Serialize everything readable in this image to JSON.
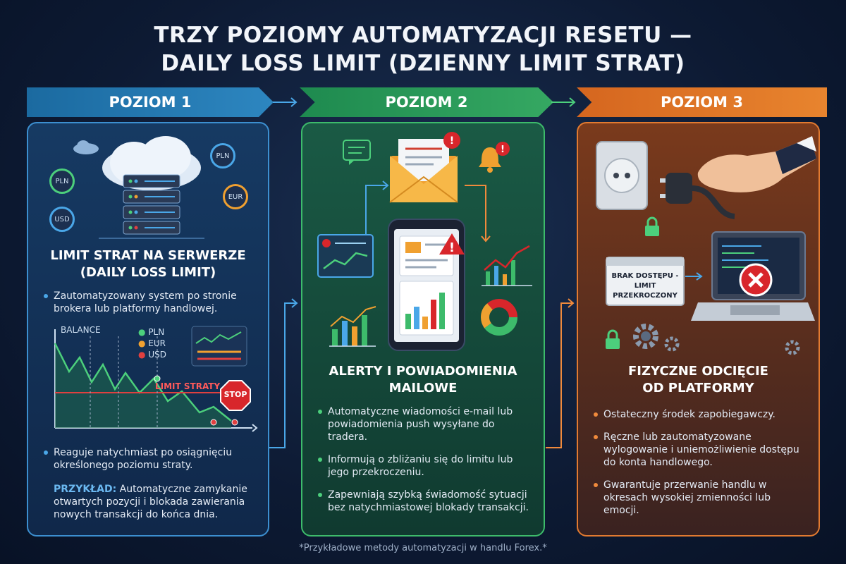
{
  "title_line1": "TRZY POZIOMY AUTOMATYZACJI RESETU —",
  "title_line2": "DAILY LOSS LIMIT (DZIENNY LIMIT STRAT)",
  "levels": [
    {
      "banner": "POZIOM 1",
      "title_line1": "LIMIT STRAT NA SERWERZE",
      "title_line2": "(DAILY LOSS LIMIT)",
      "bullets": [
        "Zautomatyzowany system po stronie brokera lub platformy handlowej.",
        "Reaguje natychmiast po osiągnięciu określonego poziomu straty."
      ],
      "example_label": "PRZYKŁAD:",
      "example_text": " Automatyczne zamykanie otwartych pozycji i blokada zawierania nowych transakcji do końca dnia.",
      "currency_badges": [
        "PLN",
        "EUR",
        "USD",
        "PLN"
      ],
      "chart_balance_label": "BALANCE",
      "chart_legend": [
        "PLN",
        "EUR",
        "USD"
      ],
      "chart_limit_label": "LIMIT STRATY",
      "stop_label": "STOP",
      "accent": "#3c8fd0"
    },
    {
      "banner": "POZIOM 2",
      "title_line1": "ALERTY I POWIADOMIENIA",
      "title_line2": "MAILOWE",
      "bullets": [
        "Automatyczne wiadomości e-mail lub powiadomienia push wysyłane do tradera.",
        "Informują o zbliżaniu się do limitu lub jego przekroczeniu.",
        "Zapewniają szybką świadomość sytuacji bez natychmiastowej blokady transakcji."
      ],
      "accent": "#3dbb6b"
    },
    {
      "banner": "POZIOM 3",
      "title_line1": "FIZYCZNE ODCIĘCIE",
      "title_line2": "OD PLATFORMY",
      "bullets": [
        "Ostateczny środek zapobiegawczy.",
        "Ręczne lub zautomatyzowane wylogowanie i uniemożliwienie dostępu do konta handlowego.",
        "Gwarantuje przerwanie handlu w okresach wysokiej zmienności lub emocji."
      ],
      "sign_line1": "BRAK DOSTĘPU -",
      "sign_line2": "LIMIT PRZEKROCZONY",
      "accent": "#e27a30"
    }
  ],
  "footnote": "*Przykładowe metody automatyzacji w handlu Forex.*",
  "icons": [
    "cloud-server-icon",
    "currency-coin-icon",
    "stop-sign-icon",
    "envelope-icon",
    "smartphone-icon",
    "bell-icon",
    "chart-icon",
    "power-socket-icon",
    "plug-icon",
    "hand-icon",
    "laptop-icon",
    "padlock-icon",
    "gear-icon",
    "error-x-icon"
  ]
}
